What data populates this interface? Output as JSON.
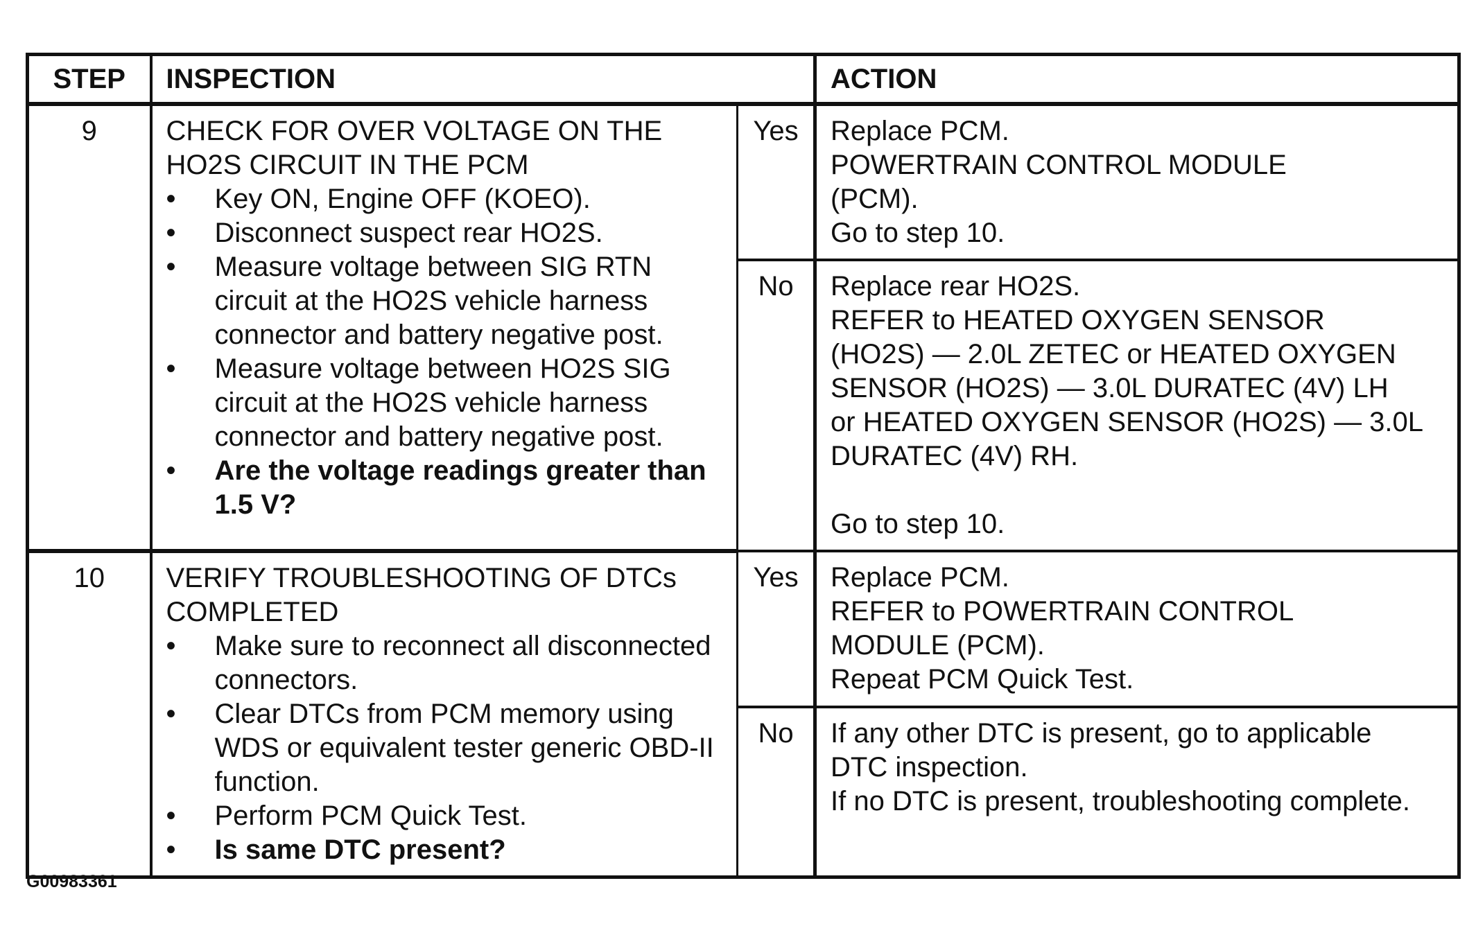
{
  "headers": {
    "step": "STEP",
    "inspection": "INSPECTION",
    "action": "ACTION"
  },
  "steps": [
    {
      "number": "9",
      "title_lines": [
        "CHECK FOR OVER VOLTAGE ON THE",
        "HO2S CIRCUIT IN THE PCM"
      ],
      "bullets": [
        {
          "text": "Key ON, Engine OFF (KOEO).",
          "bold": false
        },
        {
          "text": "Disconnect suspect rear HO2S.",
          "bold": false
        },
        {
          "text": "Measure voltage between SIG RTN circuit at the HO2S vehicle harness connector and battery negative post.",
          "bold": false
        },
        {
          "text": "Measure voltage between HO2S SIG circuit at the HO2S vehicle harness connector and battery negative post.",
          "bold": false
        },
        {
          "text": "Are the voltage readings greater than 1.5 V?",
          "bold": true
        }
      ],
      "yes_label": "Yes",
      "yes_action": [
        "Replace PCM.",
        "POWERTRAIN CONTROL MODULE",
        "(PCM).",
        "Go to step 10."
      ],
      "no_label": "No",
      "no_action": [
        "Replace rear HO2S.",
        "REFER to HEATED OXYGEN SENSOR",
        "(HO2S) — 2.0L ZETEC or HEATED OXYGEN",
        "SENSOR (HO2S) — 3.0L DURATEC (4V)  LH",
        "or HEATED OXYGEN SENSOR (HO2S) — 3.0L",
        "DURATEC (4V) RH.",
        "",
        "Go to step 10."
      ]
    },
    {
      "number": "10",
      "title_lines": [
        "VERIFY TROUBLESHOOTING OF DTCs",
        "COMPLETED"
      ],
      "bullets": [
        {
          "text": "Make sure to reconnect all disconnected connectors.",
          "bold": false
        },
        {
          "text": "Clear DTCs from PCM memory using WDS or equivalent tester generic OBD-II function.",
          "bold": false
        },
        {
          "text": "Perform PCM Quick Test.",
          "bold": false
        },
        {
          "text": "Is same DTC present?",
          "bold": true
        }
      ],
      "yes_label": "Yes",
      "yes_action": [
        "Replace PCM.",
        "REFER to POWERTRAIN CONTROL",
        "MODULE (PCM).",
        "Repeat PCM Quick Test."
      ],
      "no_label": "No",
      "no_action": [
        "If any other DTC is present, go to applicable",
        "DTC inspection.",
        "If no DTC is present, troubleshooting complete."
      ]
    }
  ],
  "bullet_glyph": "•",
  "figure_code": "G00983361"
}
